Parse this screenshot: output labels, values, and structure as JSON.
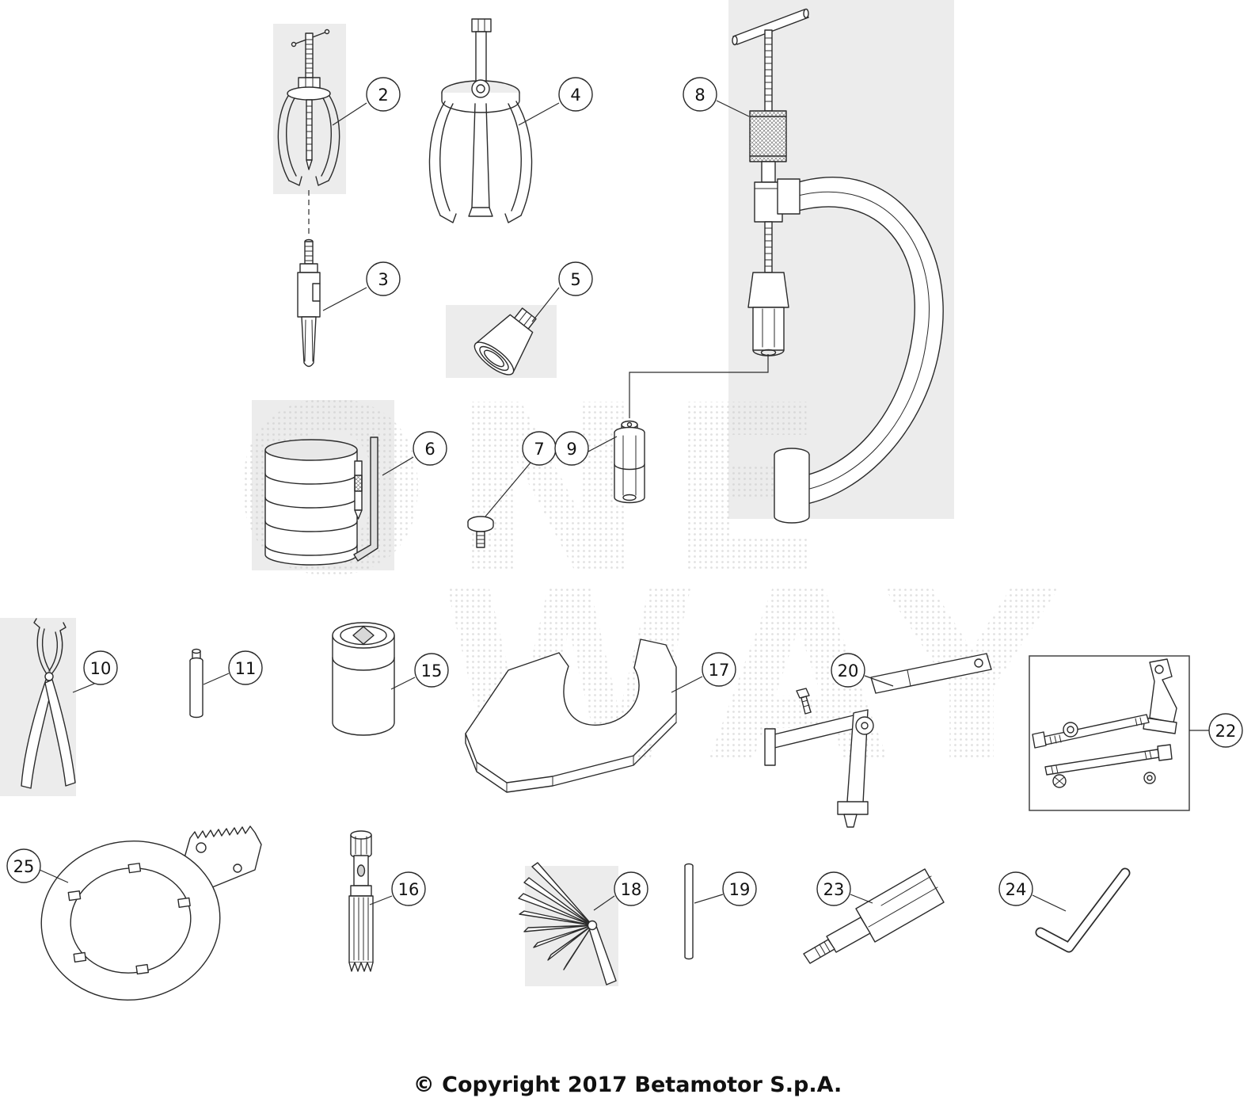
{
  "diagram": {
    "copyright": "© Copyright 2017 Betamotor S.p.A.",
    "watermark": {
      "line1": "ONE",
      "line2": "WAY"
    },
    "callouts": [
      {
        "label": "2"
      },
      {
        "label": "3"
      },
      {
        "label": "4"
      },
      {
        "label": "5"
      },
      {
        "label": "6"
      },
      {
        "label": "7"
      },
      {
        "label": "8"
      },
      {
        "label": "9"
      },
      {
        "label": "10"
      },
      {
        "label": "11"
      },
      {
        "label": "15"
      },
      {
        "label": "16"
      },
      {
        "label": "17"
      },
      {
        "label": "18"
      },
      {
        "label": "19"
      },
      {
        "label": "20"
      },
      {
        "label": "22"
      },
      {
        "label": "23"
      },
      {
        "label": "24"
      },
      {
        "label": "25"
      }
    ]
  }
}
